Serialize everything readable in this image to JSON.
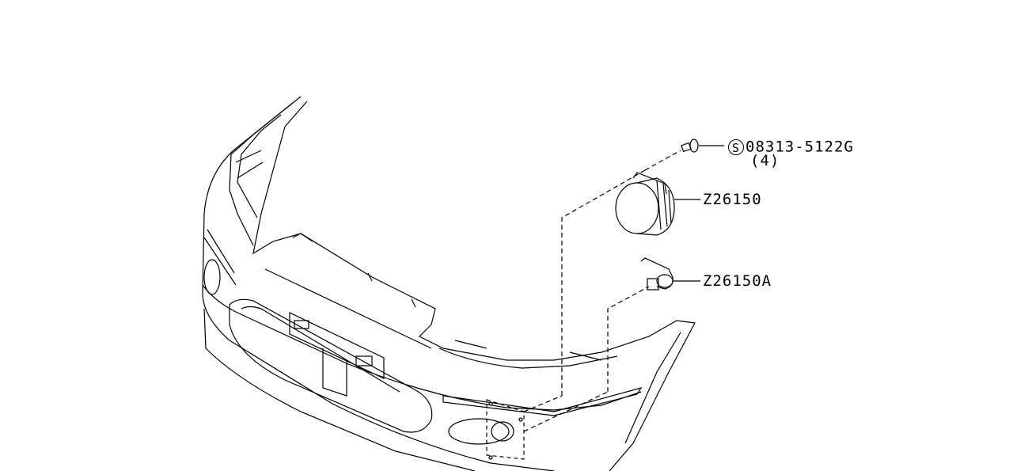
{
  "diagram": {
    "parts": [
      {
        "id": "screw",
        "symbol": "S",
        "number": "08313-5122G",
        "quantity": "(4)"
      },
      {
        "id": "fog-lamp",
        "number": "Z26150"
      },
      {
        "id": "fog-lamp-bracket",
        "number": "Z26150A"
      }
    ]
  },
  "colors": {
    "line": "#000000",
    "background": "#ffffff"
  }
}
